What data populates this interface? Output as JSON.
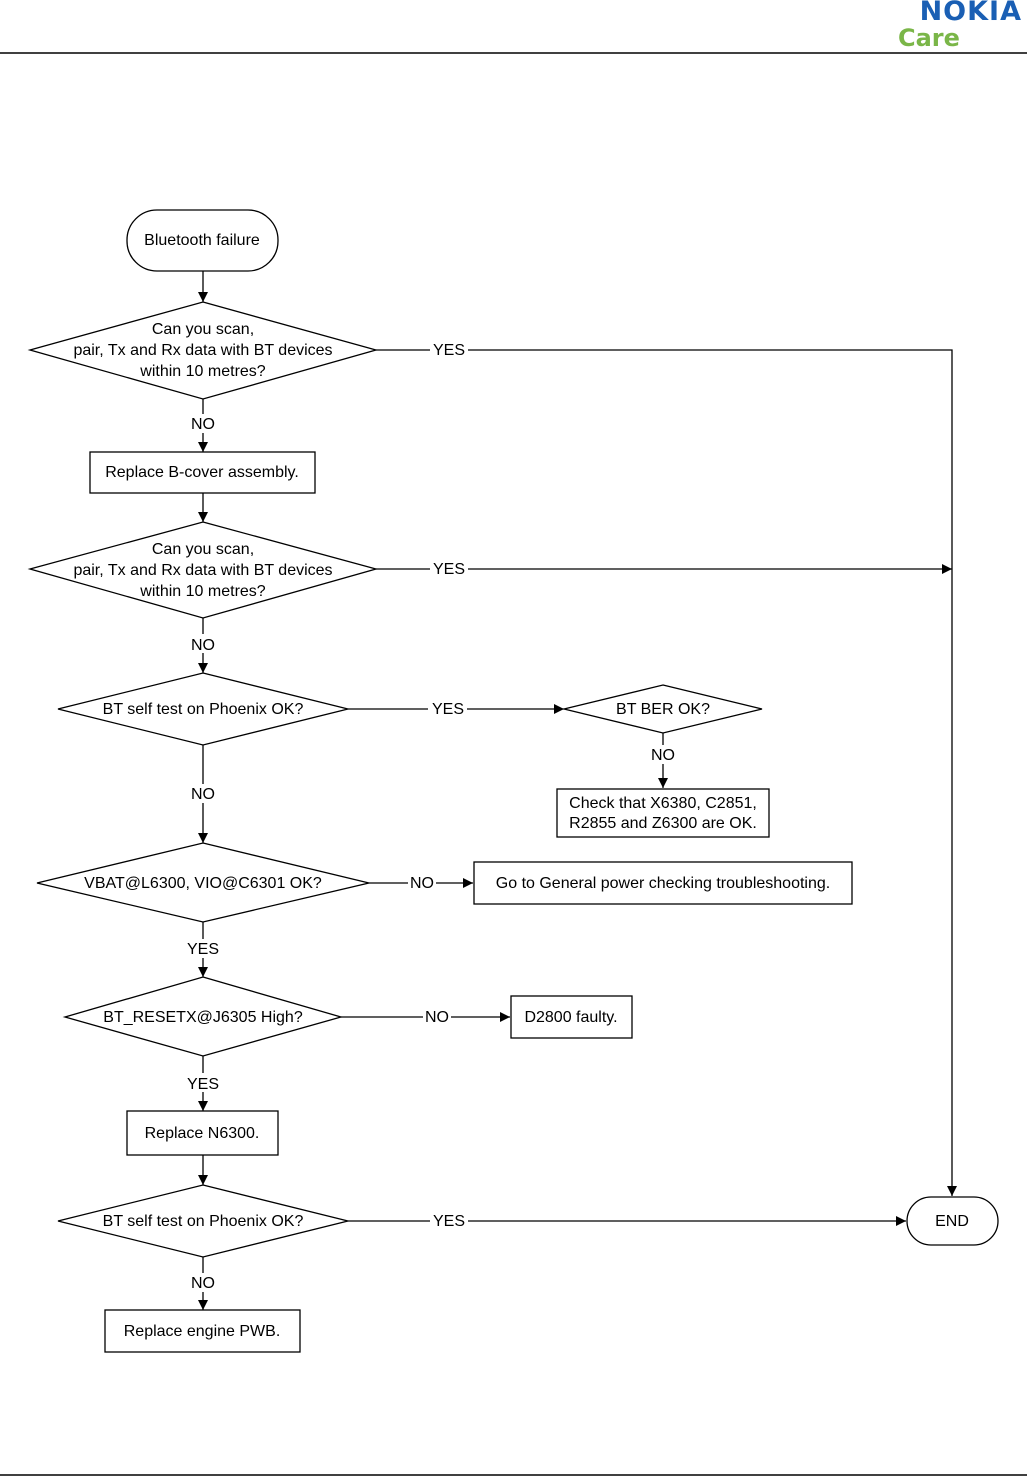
{
  "header": {
    "brand": "NOKIA",
    "sub_brand": "Care",
    "brand_color": "#1a5fb4",
    "sub_brand_color": "#7ab648"
  },
  "flowchart": {
    "start": "Bluetooth failure",
    "decision_scan_1": [
      "Can you scan,",
      "pair, Tx and Rx data with BT devices",
      "within 10 metres?"
    ],
    "replace_bcover": "Replace B-cover assembly.",
    "decision_scan_2": [
      "Can you scan,",
      "pair, Tx and Rx data with BT devices",
      "within 10 metres?"
    ],
    "decision_selftest_1": "BT self test on Phoenix OK?",
    "decision_ber": "BT BER OK?",
    "check_components": [
      "Check that X6380, C2851,",
      "R2855 and Z6300 are OK."
    ],
    "decision_vbat": "VBAT@L6300, VIO@C6301 OK?",
    "general_power": "Go to General power checking troubleshooting.",
    "decision_reset": "BT_RESETX@J6305 High?",
    "d2800_faulty": "D2800 faulty.",
    "replace_n6300": "Replace N6300.",
    "decision_selftest_2": "BT self test on Phoenix OK?",
    "replace_pwb": "Replace engine PWB.",
    "end": "END",
    "labels": {
      "yes": "YES",
      "no": "NO"
    }
  }
}
